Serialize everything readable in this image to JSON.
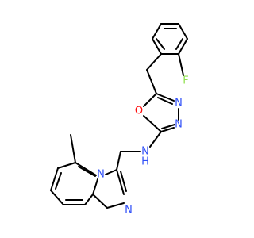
{
  "structure": {
    "atom_labels": {
      "fluorine": "F",
      "oxadiazole_oxygen": "O",
      "oxadiazole_nitrogen_upper": "N",
      "oxadiazole_nitrogen_lower": "N",
      "amine_nitrogen": "N",
      "amine_hydrogen": "H",
      "bridgehead_nitrogen": "N",
      "imidazole_nitrogen": "N"
    },
    "colors": {
      "bond": "#000000",
      "fluorine": "#90E050",
      "oxygen": "#FF0D0D",
      "nitrogen": "#3050F8"
    }
  }
}
